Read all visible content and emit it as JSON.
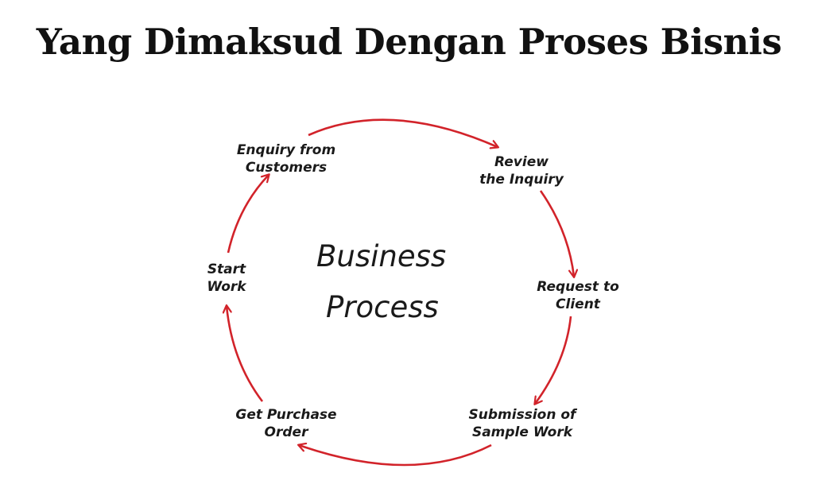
{
  "title": "Yang Dimaksud Dengan Proses Bisnis",
  "center": {
    "line1": "Business",
    "line2": "Process"
  },
  "steps": [
    {
      "line1": "Enquiry from",
      "line2": "Customers"
    },
    {
      "line1": "Review",
      "line2": "the Inquiry"
    },
    {
      "line1": "Request to",
      "line2": "Client"
    },
    {
      "line1": "Submission of",
      "line2": "Sample Work"
    },
    {
      "line1": "Get Purchase",
      "line2": "Order"
    },
    {
      "line1": "Start",
      "line2": "Work"
    }
  ],
  "colors": {
    "arrow": "#d2232a",
    "text": "#1a1a1a"
  }
}
